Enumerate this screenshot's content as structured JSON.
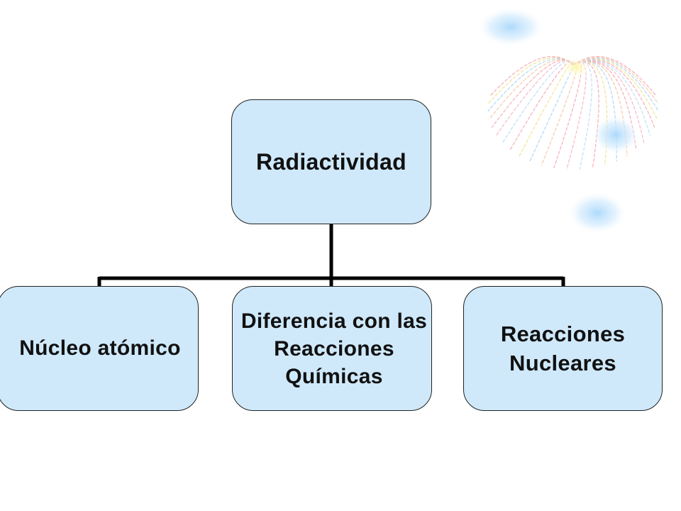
{
  "diagram": {
    "type": "hierarchy",
    "root": {
      "label": "Radiactividad"
    },
    "children": [
      {
        "label": "Núcleo atómico"
      },
      {
        "label": "Diferencia con las\nReacciones\nQuímicas"
      },
      {
        "label": "Reacciones\nNucleares"
      }
    ]
  },
  "colors": {
    "node_fill": "#cfe9fb",
    "node_border": "#222222",
    "connector": "#000000"
  }
}
